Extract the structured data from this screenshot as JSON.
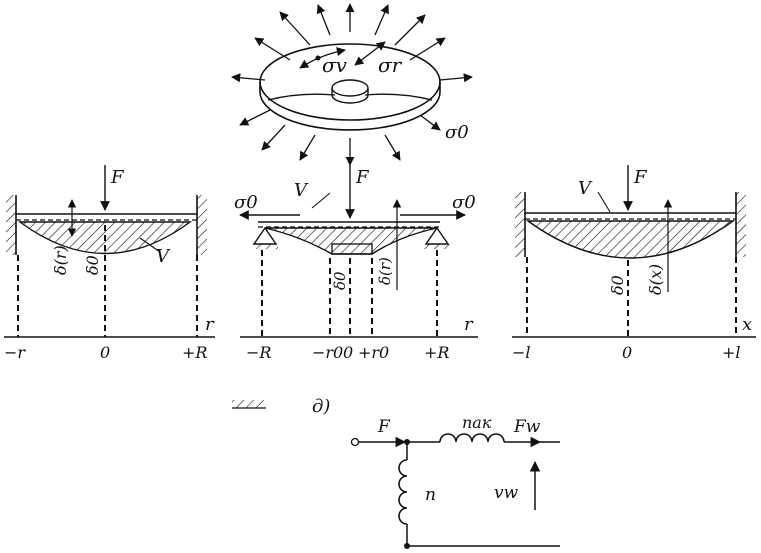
{
  "disk": {
    "sigma_v": "σv",
    "sigma_r": "σr",
    "sigma_0": "σ0"
  },
  "panel_a": {
    "force": "F",
    "volume": "V",
    "delta_r": "δ(r)",
    "delta_0": "δ0",
    "axis_var": "r",
    "ticks": [
      "−r",
      "0",
      "+R"
    ]
  },
  "panel_b": {
    "sigma_left": "σ0",
    "sigma_right": "σ0",
    "force": "F",
    "volume": "V",
    "delta_0": "δ0",
    "delta_r": "δ(r)",
    "axis_var": "r",
    "ticks": [
      "−R",
      "−r0",
      "0",
      "+r0",
      "+R"
    ]
  },
  "panel_c": {
    "force": "F",
    "volume": "V",
    "delta_0": "δ0",
    "delta_x": "δ(x)",
    "axis_var": "x",
    "ticks": [
      "−l",
      "0",
      "+l"
    ]
  },
  "caption_letter": "д)",
  "circuit": {
    "input": "F",
    "output": "Fw",
    "inductor_top": "nак",
    "inductor_left": "n",
    "velocity": "vw"
  }
}
